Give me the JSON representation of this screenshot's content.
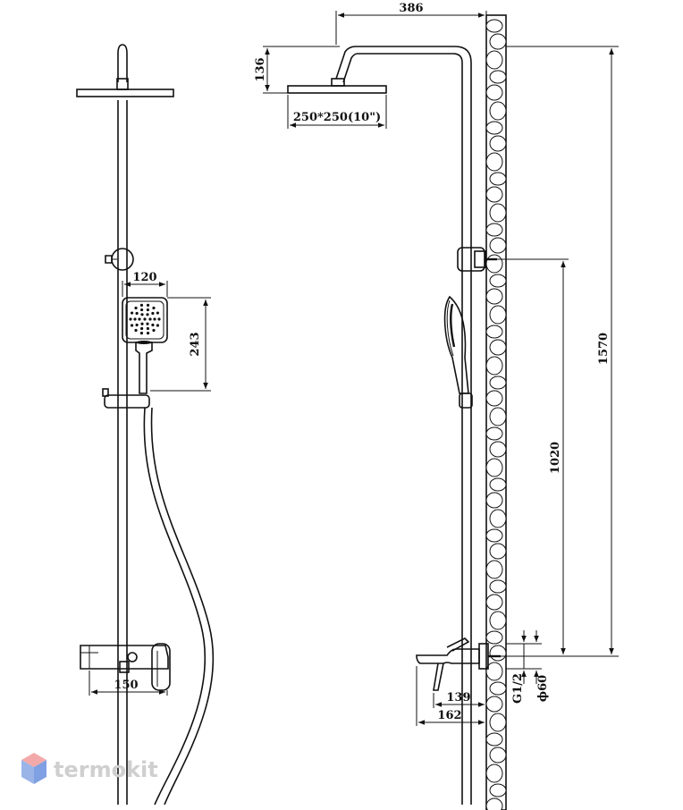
{
  "dimensions": {
    "width_386": "386",
    "height_136": "136",
    "head_size": "250*250(10\")",
    "handset_width_120": "120",
    "handset_height_243": "243",
    "mixer_width_150": "150",
    "total_height_1570": "1570",
    "holder_height_1020": "1020",
    "spout_139": "139",
    "spout_162": "162",
    "thread_g12": "G1/2",
    "diameter_60": "ϕ60"
  },
  "logo": {
    "text": "termokit",
    "colors": {
      "top": "#f3a9a9",
      "left": "#9ab4e8",
      "right": "#7fa0e2"
    }
  },
  "colors": {
    "line": "#111111",
    "background": "#ffffff"
  }
}
